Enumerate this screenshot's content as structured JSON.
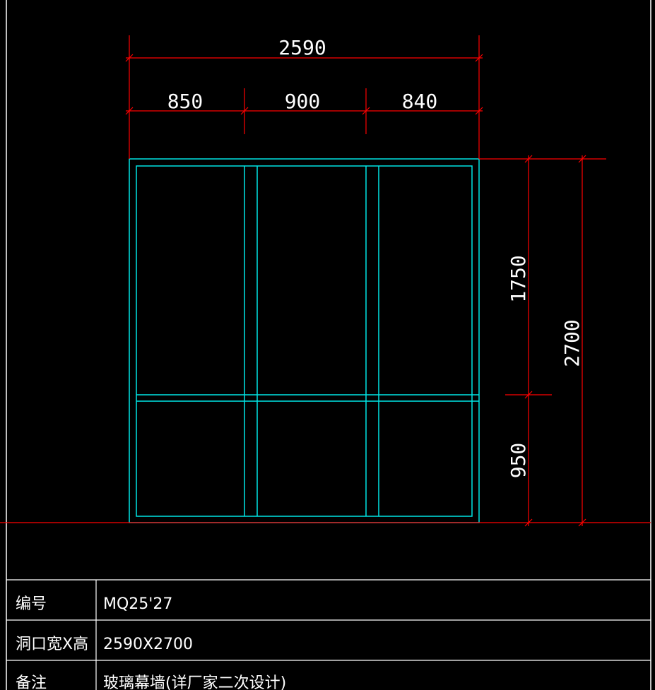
{
  "colors": {
    "background": "#000000",
    "frame": "#00e5e5",
    "dimension": "#ff0000",
    "text": "#ffffff",
    "border": "#ffffff"
  },
  "dimensions": {
    "overall_width": "2590",
    "pane_widths": [
      "850",
      "900",
      "840"
    ],
    "upper_height": "1750",
    "lower_height": "950",
    "overall_height": "2700"
  },
  "table": {
    "rows": [
      {
        "label": "编号",
        "value": "MQ25'27"
      },
      {
        "label": "洞口宽X高",
        "value": "2590X2700"
      },
      {
        "label": "备注",
        "value": "玻璃幕墙(详厂家二次设计)"
      }
    ]
  }
}
